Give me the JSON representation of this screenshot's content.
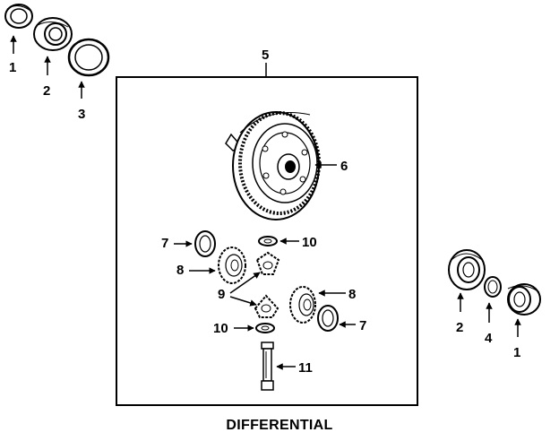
{
  "caption": "DIFFERENTIAL",
  "callouts": {
    "c1_left": "1",
    "c2_left": "2",
    "c3_left": "3",
    "c5": "5",
    "c6": "6",
    "c7_top": "7",
    "c10_top": "10",
    "c8_left": "8",
    "c9": "9",
    "c8_right": "8",
    "c10_bottom": "10",
    "c7_bottom": "7",
    "c11": "11",
    "c2_right": "2",
    "c4_right": "4",
    "c1_right": "1"
  }
}
